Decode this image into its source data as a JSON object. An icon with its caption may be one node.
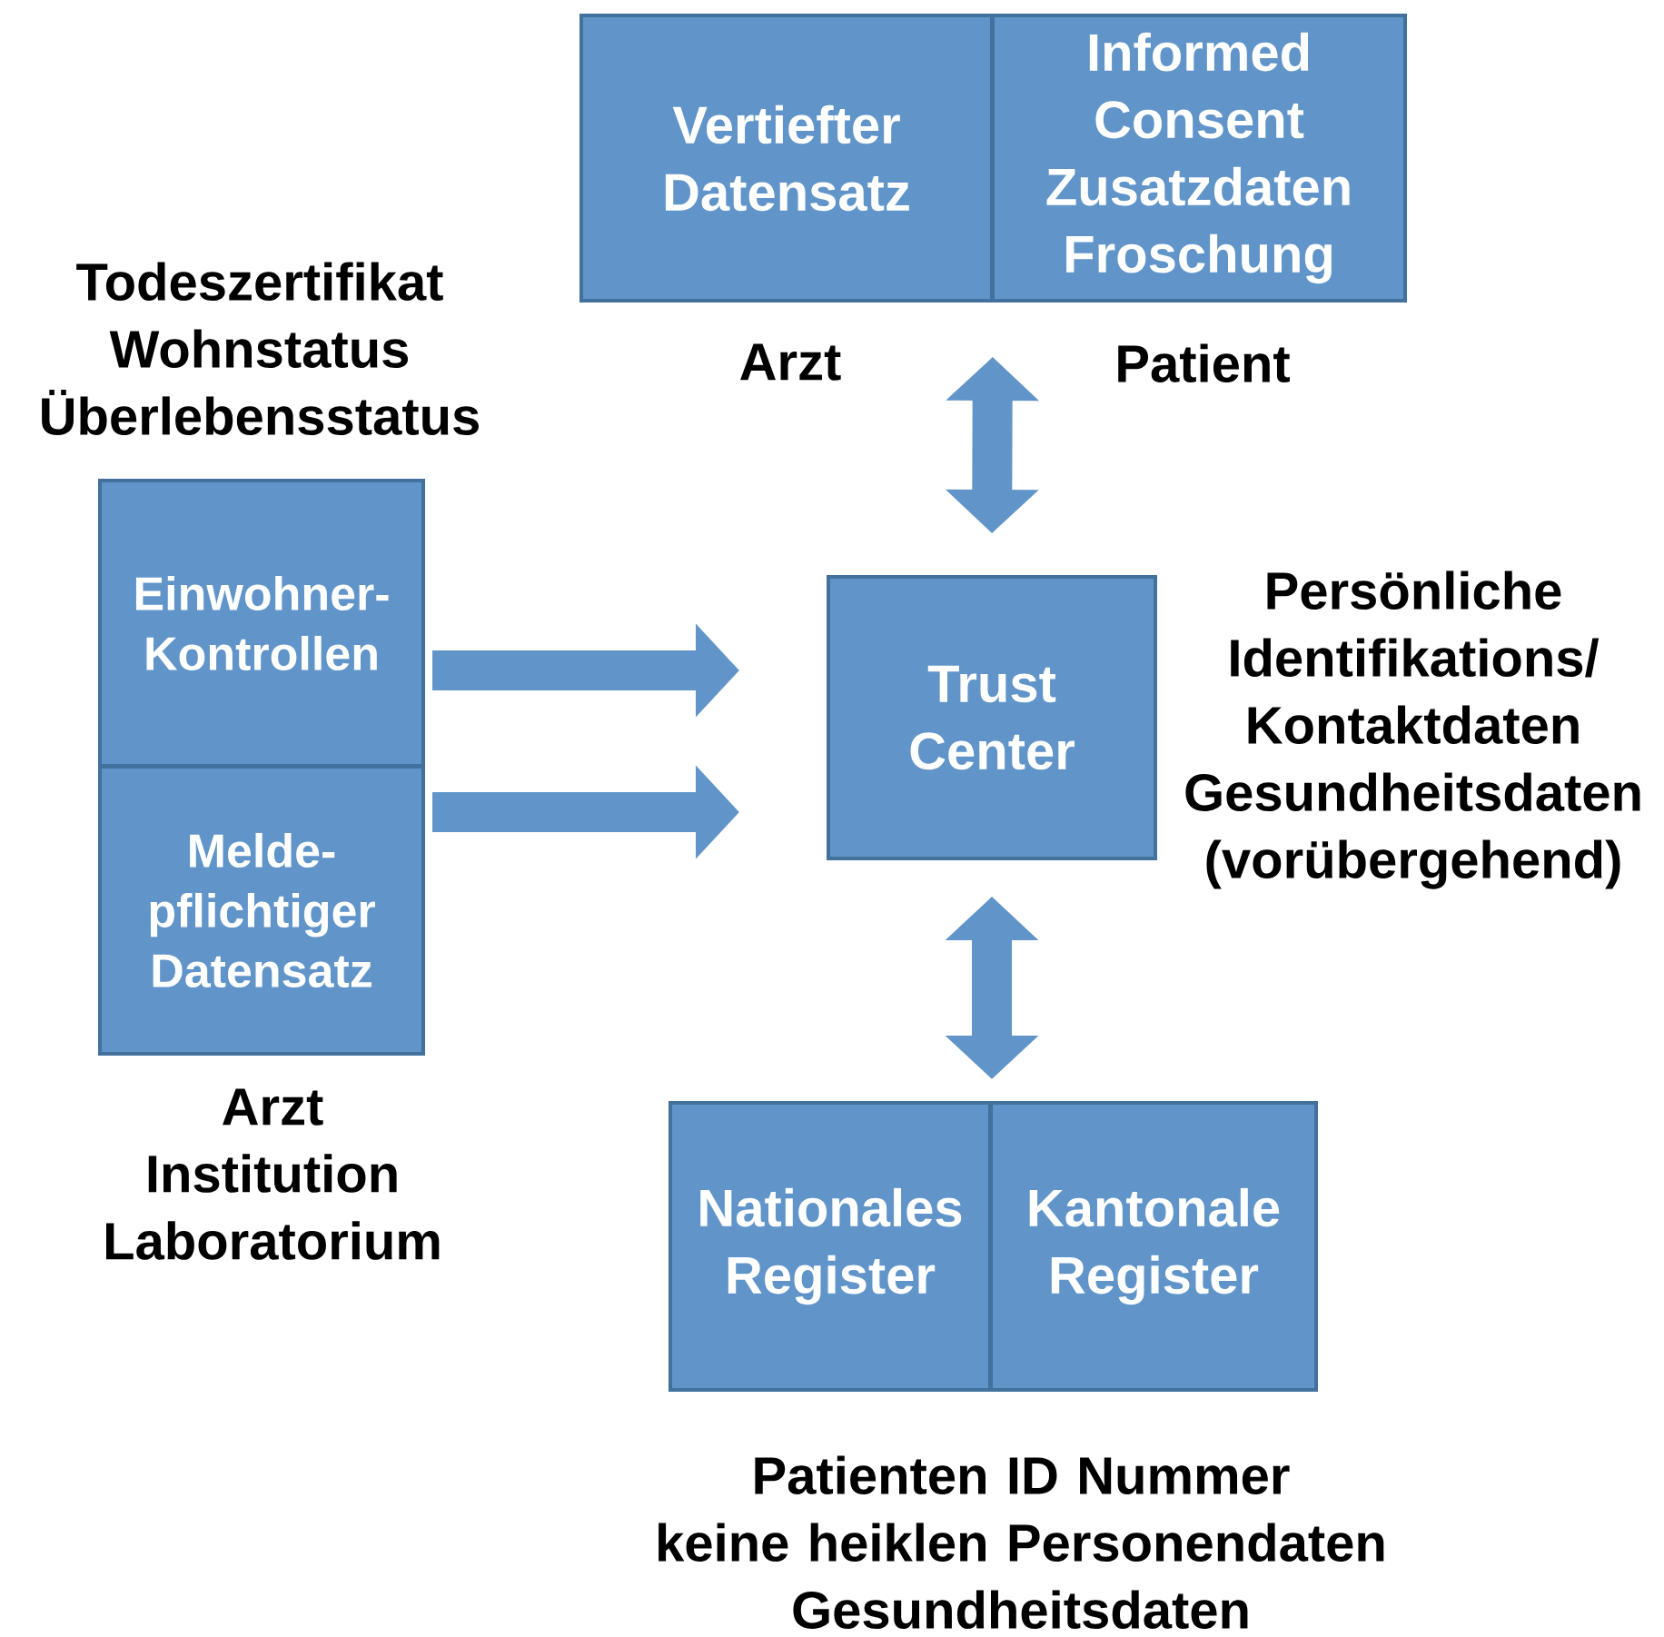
{
  "diagram": {
    "nodes": [
      {
        "text": [
          "Vertiefter Datensatz"
        ],
        "beside": [
          "Arzt"
        ]
      },
      {
        "text": [
          "Informed Consent Zusatzdaten Froschung"
        ],
        "beside": [
          "Patient"
        ]
      },
      {
        "text": [
          "Trust Center"
        ],
        "beside": [
          "Persönliche Identifikations/ Kontaktdaten",
          "Gesundheitsdaten (vorübergehend)"
        ]
      },
      {
        "text": [
          "Einwohner-Kontrollen"
        ],
        "beside": [
          "Todeszertifikat",
          "Wohnstatus",
          "Überlebensstatus"
        ]
      },
      {
        "text": [
          "Melde-pflichtiger Datensatz"
        ],
        "beside": [
          "Arzt",
          "Institution",
          "Laboratorium"
        ]
      },
      {
        "text": [
          "Nationales Register"
        ]
      },
      {
        "text": [
          "Kantonale Register"
        ]
      }
    ],
    "edges": [
      {
        "from": 0,
        "to": 2,
        "arrow": "both"
      },
      {
        "from": 1,
        "to": 2,
        "arrow": "both"
      },
      {
        "from": 3,
        "to": 2,
        "arrow": "to"
      },
      {
        "from": 4,
        "to": 2,
        "arrow": "to"
      },
      {
        "from": 2,
        "to": 5,
        "arrow": "both"
      },
      {
        "from": 2,
        "to": 6,
        "arrow": "both"
      }
    ],
    "labels": [
      "Patienten ID Nummer",
      "keine heiklen Personendaten",
      "Gesundheitsdaten"
    ]
  }
}
